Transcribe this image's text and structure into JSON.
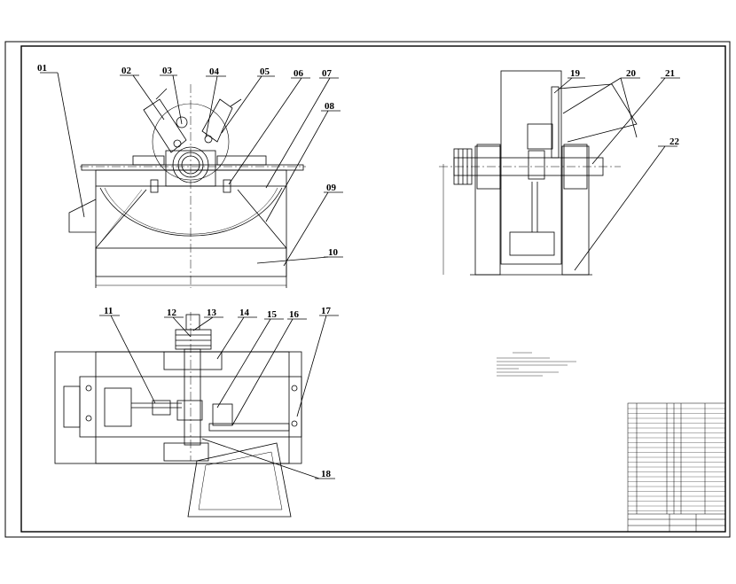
{
  "drawing": {
    "part_labels": [
      "01",
      "02",
      "03",
      "04",
      "05",
      "06",
      "07",
      "08",
      "09",
      "10",
      "11",
      "12",
      "13",
      "14",
      "15",
      "16",
      "17",
      "18",
      "19",
      "20",
      "21",
      "22"
    ]
  },
  "colors": {
    "line": "#000000",
    "background": "#ffffff"
  }
}
